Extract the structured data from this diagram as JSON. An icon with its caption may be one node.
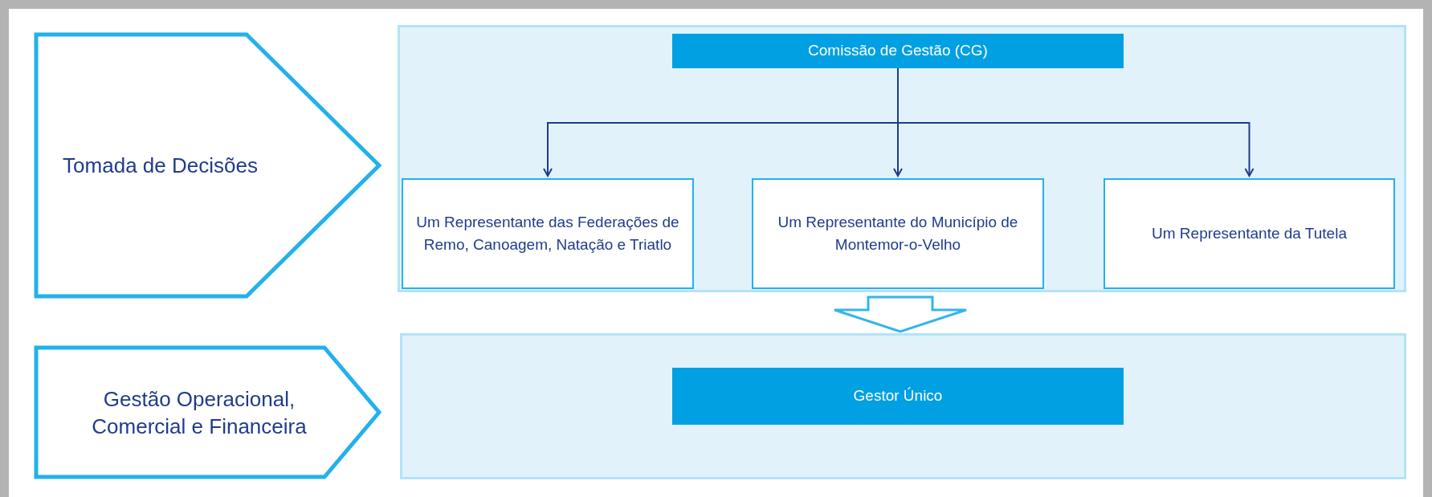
{
  "diagram": {
    "nodes": [
      {
        "text": [
          "Tomada de Decisões"
        ]
      },
      {
        "text": [],
        "shape": "box"
      },
      {
        "text": [
          "Comissão de Gestão (CG)"
        ],
        "in": 1
      },
      {
        "text": [
          "Um Representante das Federações de Remo, Canoagem, Natação e Triatlo"
        ],
        "in": 1
      },
      {
        "text": [
          "Um Representante do Município de Montemor-o-Velho"
        ],
        "in": 1
      },
      {
        "text": [
          "Um Representante da Tutela"
        ],
        "in": 1
      },
      {
        "text": [
          "Gestão Operacional, Comercial e Financeira"
        ]
      },
      {
        "text": [],
        "shape": "box"
      },
      {
        "text": [
          "Gestor Único"
        ],
        "in": 7
      }
    ],
    "edges": [
      {
        "from": 2,
        "to": 3,
        "arrow": "to"
      },
      {
        "from": 2,
        "to": 4,
        "arrow": "to"
      },
      {
        "from": 2,
        "to": 5,
        "arrow": "to"
      },
      {
        "from": 1,
        "to": 7,
        "arrow": "to",
        "style": "thick",
        "color": "#33b5ea"
      }
    ]
  }
}
